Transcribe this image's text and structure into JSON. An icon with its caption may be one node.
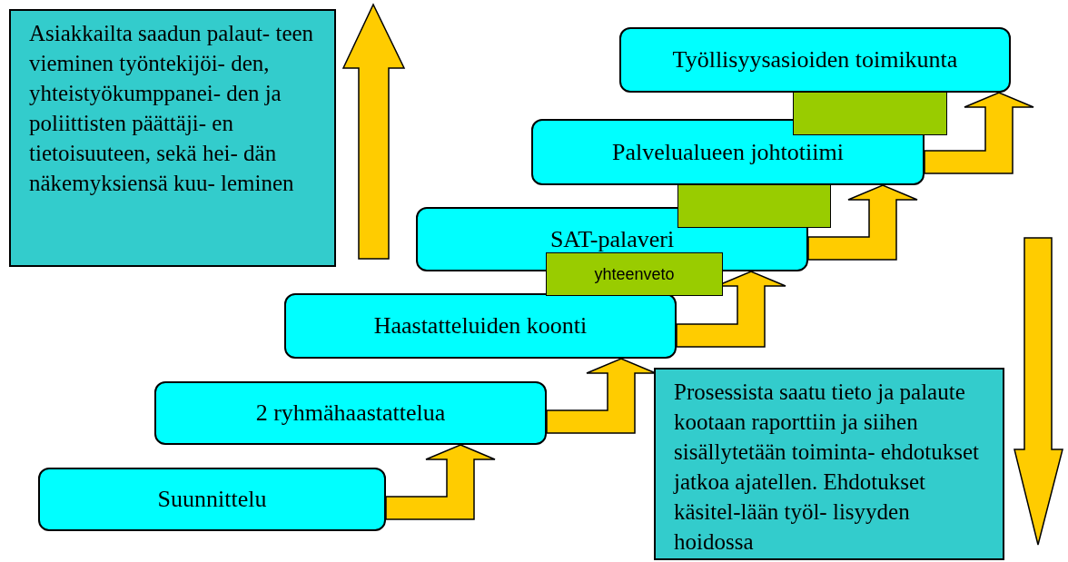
{
  "diagram": {
    "nodes": [
      {
        "text": [
          "Asiakkailta saadun palaut- teen vieminen työntekijöi- den, yhteistyökumppanei- den ja poliittisten päättäji- en tietoisuuteen, sekä hei- dän näkemyksiensä kuu- leminen"
        ]
      },
      {
        "text": [
          "Työllisyysasioiden toimikunta"
        ]
      },
      {
        "text": [],
        "shape": "box"
      },
      {
        "text": [
          "Palvelualueen johtotiimi"
        ]
      },
      {
        "text": [],
        "shape": "box"
      },
      {
        "text": [
          "SAT-palaveri"
        ]
      },
      {
        "text": [
          "yhteenveto"
        ]
      },
      {
        "text": [
          "Haastatteluiden koonti"
        ]
      },
      {
        "text": [
          "2 ryhmähaastattelua"
        ]
      },
      {
        "text": [
          "Prosessista saatu tieto ja palaute kootaan raporttiin ja siihen sisällytetään toiminta- ehdotukset jatkoa ajatellen. Ehdotukset käsitel-lään työl- lisyyden hoidossa"
        ]
      },
      {
        "text": [
          "Suunnittelu"
        ]
      }
    ],
    "edges": [
      {
        "from": 10,
        "to": 8,
        "arrow": "to",
        "style": "thick"
      },
      {
        "from": 8,
        "to": 7,
        "arrow": "to",
        "style": "thick"
      },
      {
        "from": 7,
        "to": 5,
        "arrow": "to",
        "style": "thick"
      },
      {
        "from": 5,
        "to": 3,
        "arrow": "to",
        "style": "thick"
      },
      {
        "from": 3,
        "to": 1,
        "arrow": "to",
        "style": "thick"
      }
    ]
  }
}
